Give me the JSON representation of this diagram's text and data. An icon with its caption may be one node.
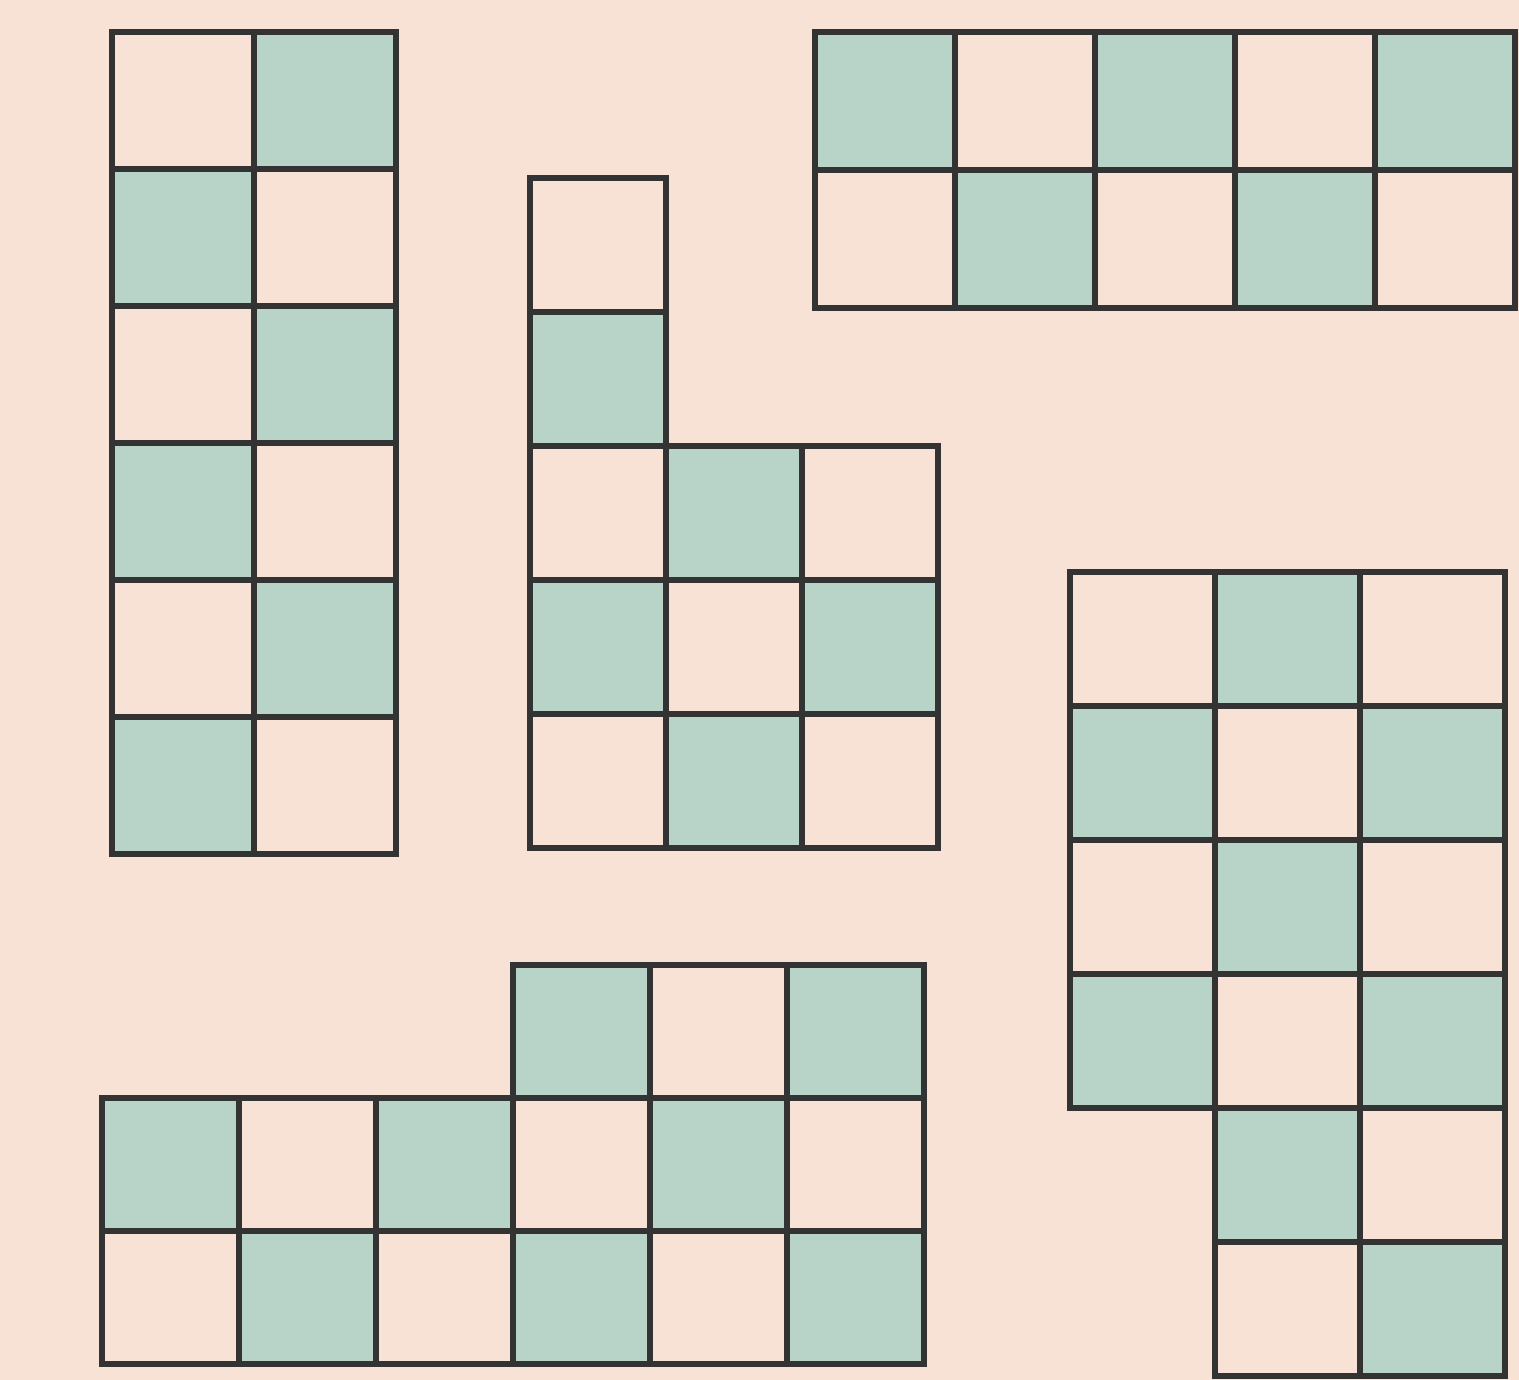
{
  "diagram": {
    "nodes": [
      {
        "text": [],
        "shape": "grid"
      },
      {
        "text": [],
        "shape": "grid"
      },
      {
        "text": [],
        "shape": "grid"
      },
      {
        "text": [],
        "shape": "grid"
      },
      {
        "text": [],
        "shape": "grid"
      }
    ]
  }
}
